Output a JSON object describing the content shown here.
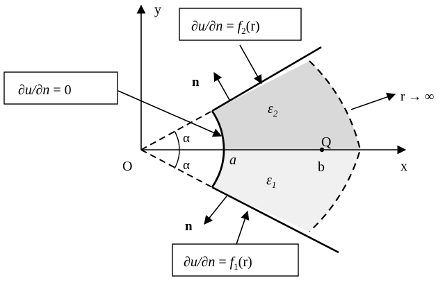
{
  "axes": {
    "y_label": "y",
    "x_label": "x",
    "origin_label": "O"
  },
  "angles": {
    "upper": "α",
    "lower": "α"
  },
  "inner_radius_label": "a",
  "regions": {
    "upper": {
      "sym": "ε",
      "sub": "2"
    },
    "lower": {
      "sym": "ε",
      "sub": "1"
    }
  },
  "point": {
    "name": "Q",
    "radius_label": "b"
  },
  "normals": {
    "upper": "n",
    "lower": "n"
  },
  "infinity_label": "r → ∞",
  "boundary_conditions": {
    "inner": {
      "lhs": "∂u/∂n",
      "eq": " = ",
      "rhs": "0"
    },
    "top": {
      "lhs": "∂u/∂n",
      "eq": " = ",
      "f": "f",
      "sub": "2",
      "arg": "(r)"
    },
    "bottom": {
      "lhs": "∂u/∂n",
      "eq": " = ",
      "f": "f",
      "sub": "1",
      "arg": "(r)"
    }
  },
  "colors": {
    "upper_region": "#d9d9d9",
    "lower_region": "#f0f0f0",
    "line": "#000000"
  }
}
